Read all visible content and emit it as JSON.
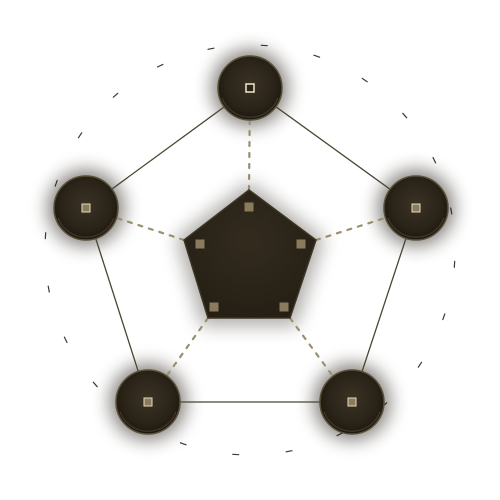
{
  "board": {
    "background": "#ffffff",
    "node_color": "#2a2318",
    "node_rim_color": "#5a5038",
    "edge_color": "#4a4530",
    "spoke_color": "#9a9070",
    "marker_color": "#8a7b5c",
    "marker_center_color": "#e6dcc0",
    "glow_color": "#1a140a",
    "ring_tick_color": "#3a3a3a"
  },
  "core": {
    "label": "center-pentagon",
    "marker_count": 5
  },
  "nodes": [
    {
      "id": "node-top",
      "icon": "square-marker",
      "selected": true
    },
    {
      "id": "node-right",
      "icon": "square-marker",
      "selected": false
    },
    {
      "id": "node-bottom-right",
      "icon": "square-marker",
      "selected": false
    },
    {
      "id": "node-bottom-left",
      "icon": "square-marker",
      "selected": false
    },
    {
      "id": "node-left",
      "icon": "square-marker",
      "selected": false
    }
  ],
  "outer_ring": {
    "tick_count": 24
  }
}
